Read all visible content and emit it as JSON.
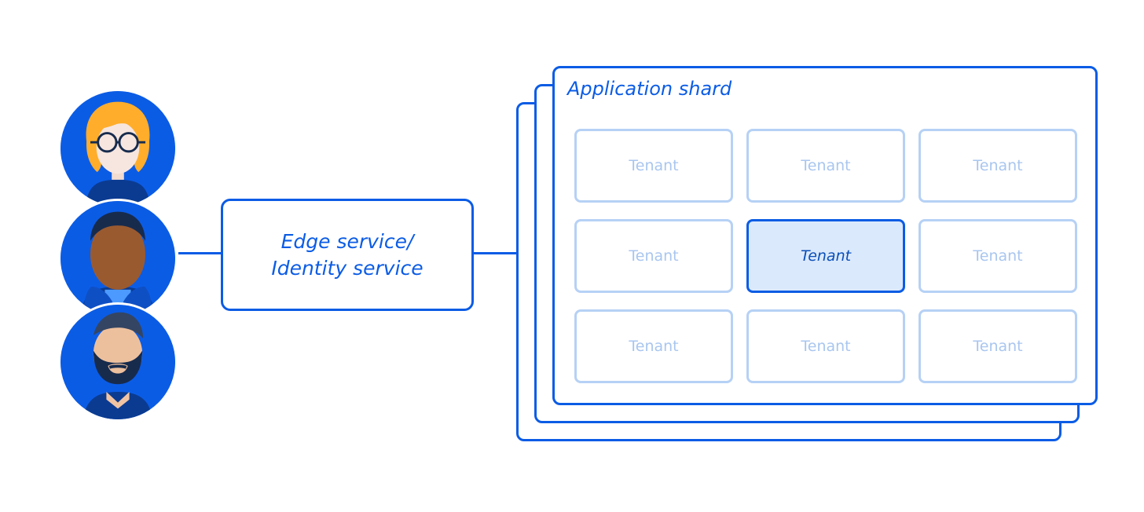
{
  "colors": {
    "primary": "#0b5ce5",
    "tenant_border": "#b6d1f5",
    "tenant_text": "#a9c6ef",
    "active_fill": "#dbe9fc"
  },
  "users": [
    {
      "name": "user-glasses-icon"
    },
    {
      "name": "user-dark-skin-icon"
    },
    {
      "name": "user-bearded-icon"
    }
  ],
  "edge_service": {
    "line1": "Edge service/",
    "line2": "Identity service"
  },
  "shard": {
    "title": "Application shard",
    "tenants": [
      {
        "label": "Tenant",
        "active": false
      },
      {
        "label": "Tenant",
        "active": false
      },
      {
        "label": "Tenant",
        "active": false
      },
      {
        "label": "Tenant",
        "active": false
      },
      {
        "label": "Tenant",
        "active": true
      },
      {
        "label": "Tenant",
        "active": false
      },
      {
        "label": "Tenant",
        "active": false
      },
      {
        "label": "Tenant",
        "active": false
      },
      {
        "label": "Tenant",
        "active": false
      }
    ]
  }
}
